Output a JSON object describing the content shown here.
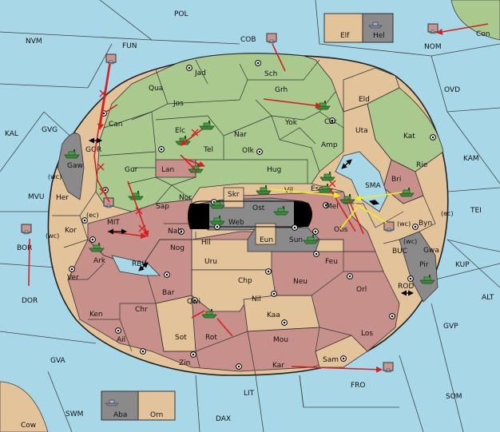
{
  "colors": {
    "sea": "#a8d8e8",
    "green": "#a9c98f",
    "tan": "#e3c39a",
    "rose": "#c8908a",
    "gray": "#8a8a8a",
    "order_red": "#d42020",
    "order_yellow": "#f0f020",
    "fleet_green": "#3a8a3a"
  },
  "sea_regions": [
    {
      "id": "POL",
      "label": "POL"
    },
    {
      "id": "NVM",
      "label": "NVM"
    },
    {
      "id": "FUN",
      "label": "FUN"
    },
    {
      "id": "COB",
      "label": "COB"
    },
    {
      "id": "NOM",
      "label": "NOM"
    },
    {
      "id": "OVD",
      "label": "OVD"
    },
    {
      "id": "KAL",
      "label": "KAL"
    },
    {
      "id": "GVG",
      "label": "GVG"
    },
    {
      "id": "KAM",
      "label": "KAM"
    },
    {
      "id": "MVU",
      "label": "MVU"
    },
    {
      "id": "TEI",
      "label": "TEI"
    },
    {
      "id": "BOR",
      "label": "BOR"
    },
    {
      "id": "KUP",
      "label": "KUP"
    },
    {
      "id": "DOR",
      "label": "DOR"
    },
    {
      "id": "ALT",
      "label": "ALT"
    },
    {
      "id": "GVP",
      "label": "GVP"
    },
    {
      "id": "GVA",
      "label": "GVA"
    },
    {
      "id": "SOM",
      "label": "SOM"
    },
    {
      "id": "FRO",
      "label": "FRO"
    },
    {
      "id": "LIT",
      "label": "LIT"
    },
    {
      "id": "SWM",
      "label": "SWM"
    },
    {
      "id": "DAX",
      "label": "DAX"
    },
    {
      "id": "GOR",
      "label": "GOR"
    },
    {
      "id": "MIT",
      "label": "MIT"
    },
    {
      "id": "RBU",
      "label": "RBU"
    },
    {
      "id": "SMA",
      "label": "SMA"
    },
    {
      "id": "BUC",
      "label": "BUC"
    },
    {
      "id": "ROD",
      "label": "ROD"
    }
  ],
  "provinces": [
    {
      "id": "Jad",
      "label": "Jad"
    },
    {
      "id": "Sch",
      "label": "Sch"
    },
    {
      "id": "Qua",
      "label": "Qua"
    },
    {
      "id": "Jos",
      "label": "Jos"
    },
    {
      "id": "Grh",
      "label": "Grh"
    },
    {
      "id": "Eld",
      "label": "Eld"
    },
    {
      "id": "Can",
      "label": "Can"
    },
    {
      "id": "Elc",
      "label": "Elc"
    },
    {
      "id": "Nar",
      "label": "Nar"
    },
    {
      "id": "Yok",
      "label": "Yok"
    },
    {
      "id": "Car",
      "label": "Car"
    },
    {
      "id": "Uta",
      "label": "Uta"
    },
    {
      "id": "Kat",
      "label": "Kat"
    },
    {
      "id": "Tel",
      "label": "Tel"
    },
    {
      "id": "Olk",
      "label": "Olk"
    },
    {
      "id": "Amp",
      "label": "Amp"
    },
    {
      "id": "Gaw",
      "label": "Gaw"
    },
    {
      "id": "Gur",
      "label": "Gur"
    },
    {
      "id": "Lan",
      "label": "Lan"
    },
    {
      "id": "Hug",
      "label": "Hug"
    },
    {
      "id": "Rie",
      "label": "Rie"
    },
    {
      "id": "Bri",
      "label": "Bri"
    },
    {
      "id": "Her",
      "label": "Her"
    },
    {
      "id": "Nor",
      "label": "Nor"
    },
    {
      "id": "Skr",
      "label": "Skr"
    },
    {
      "id": "Vil",
      "label": "Vil"
    },
    {
      "id": "Esm",
      "label": "Esm"
    },
    {
      "id": "Sap",
      "label": "Sap"
    },
    {
      "id": "Ost",
      "label": "Ost"
    },
    {
      "id": "Mel",
      "label": "Mel"
    },
    {
      "id": "Byn",
      "label": "Byn"
    },
    {
      "id": "Web",
      "label": "Web"
    },
    {
      "id": "Kor",
      "label": "Kor"
    },
    {
      "id": "Nab",
      "label": "Nab"
    },
    {
      "id": "Obs",
      "label": "Obs"
    },
    {
      "id": "Eun",
      "label": "Eun"
    },
    {
      "id": "Hil",
      "label": "Hil"
    },
    {
      "id": "Sun",
      "label": "Sun"
    },
    {
      "id": "Gwa",
      "label": "Gwa"
    },
    {
      "id": "Nog",
      "label": "Nog"
    },
    {
      "id": "Ark",
      "label": "Ark"
    },
    {
      "id": "Uru",
      "label": "Uru"
    },
    {
      "id": "Feu",
      "label": "Feu"
    },
    {
      "id": "Pir",
      "label": "Pir"
    },
    {
      "id": "Ver",
      "label": "Ver"
    },
    {
      "id": "Chp",
      "label": "Chp"
    },
    {
      "id": "Neu",
      "label": "Neu"
    },
    {
      "id": "Orl",
      "label": "Orl"
    },
    {
      "id": "Bar",
      "label": "Bar"
    },
    {
      "id": "Qwi",
      "label": "Qwi"
    },
    {
      "id": "Nil",
      "label": "Nil"
    },
    {
      "id": "Ken",
      "label": "Ken"
    },
    {
      "id": "Chr",
      "label": "Chr"
    },
    {
      "id": "Kaa",
      "label": "Kaa"
    },
    {
      "id": "Los",
      "label": "Los"
    },
    {
      "id": "Ail",
      "label": "Ail"
    },
    {
      "id": "Sot",
      "label": "Sot"
    },
    {
      "id": "Rot",
      "label": "Rot"
    },
    {
      "id": "Mou",
      "label": "Mou"
    },
    {
      "id": "Sam",
      "label": "Sam"
    },
    {
      "id": "Zin",
      "label": "Zin"
    },
    {
      "id": "Kar",
      "label": "Kar"
    }
  ],
  "home_boxes": [
    {
      "id": "Elf",
      "label": "Elf"
    },
    {
      "id": "Hel",
      "label": "Hel"
    },
    {
      "id": "Con",
      "label": "Con"
    },
    {
      "id": "Cow",
      "label": "Cow"
    },
    {
      "id": "Aba",
      "label": "Aba"
    },
    {
      "id": "Orn",
      "label": "Orn"
    }
  ],
  "coast_labels": {
    "her_wc": "(wc)",
    "her_ec": "(ec)",
    "kor_wc": "(wc)",
    "byn_wc": "(wc)",
    "byn_ec": "(ec)",
    "gwa_wc": "(wc)"
  }
}
